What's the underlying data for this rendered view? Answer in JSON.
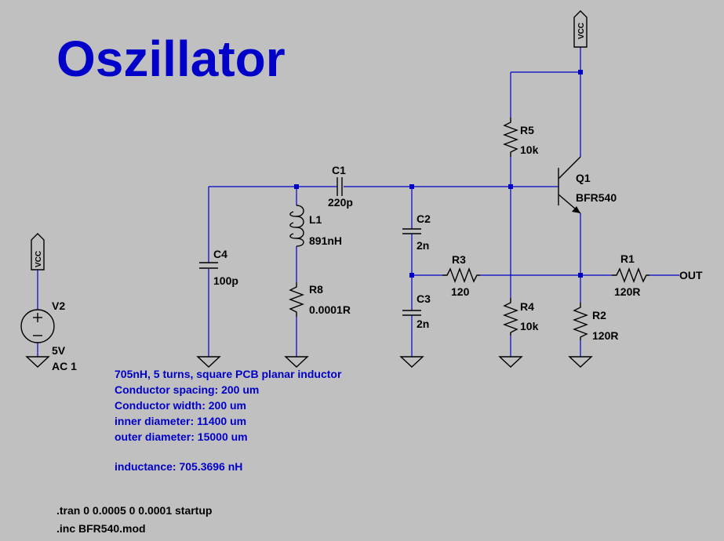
{
  "title": "Oszillator",
  "vcc_label": "VCC",
  "components": {
    "C1": {
      "ref": "C1",
      "value": "220p"
    },
    "C2": {
      "ref": "C2",
      "value": "2n"
    },
    "C3": {
      "ref": "C3",
      "value": "2n"
    },
    "C4": {
      "ref": "C4",
      "value": "100p"
    },
    "L1": {
      "ref": "L1",
      "value": "891nH"
    },
    "R8": {
      "ref": "R8",
      "value": "0.0001R"
    },
    "R3": {
      "ref": "R3",
      "value": "120"
    },
    "R4": {
      "ref": "R4",
      "value": "10k"
    },
    "R5": {
      "ref": "R5",
      "value": "10k"
    },
    "R1": {
      "ref": "R1",
      "value": "120R"
    },
    "R2": {
      "ref": "R2",
      "value": "120R"
    },
    "Q1": {
      "ref": "Q1",
      "value": "BFR540"
    },
    "V2": {
      "ref": "V2",
      "value": "5V",
      "ac": "AC 1"
    }
  },
  "out_label": "OUT",
  "notes": [
    "705nH, 5 turns, square PCB planar inductor",
    "Conductor spacing: 200 um",
    "Conductor width: 200 um",
    "inner diameter: 11400 um",
    "outer diameter: 15000 um",
    "",
    "inductance: 705.3696 nH"
  ],
  "directives": [
    ".tran 0 0.0005 0 0.0001 startup",
    ".inc BFR540.mod"
  ],
  "colors": {
    "background": "#c0c0c0",
    "wire": "#0000c8",
    "component": "#000000",
    "text_blue": "#0000c8"
  }
}
